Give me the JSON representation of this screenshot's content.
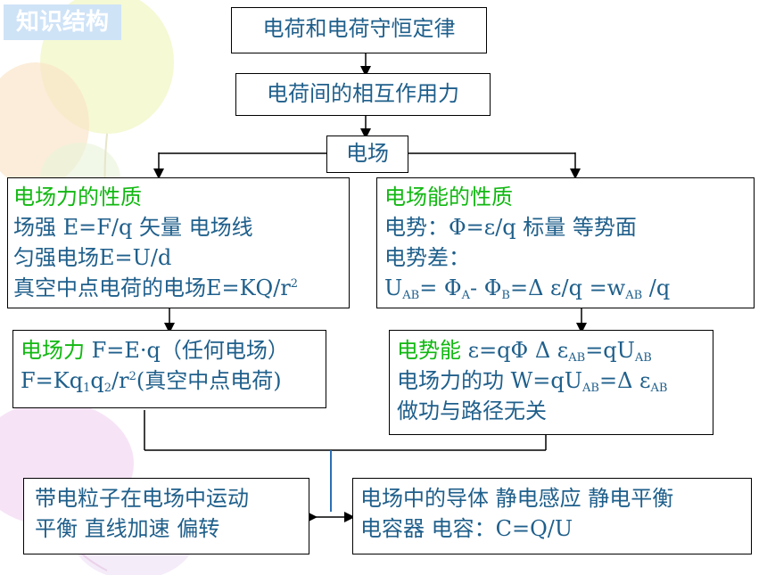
{
  "tag": "知识结构",
  "top1": "电荷和电荷守恒定律",
  "top2": "电荷间的相互作用力",
  "center": "电场",
  "force_box": {
    "title": "电场力的性质",
    "line2": "场强  E=F/q  矢量  电场线",
    "line3": "匀强电场E=U/d",
    "line4_main": "真空中点电荷的电场E=KQ/r",
    "line4_sup": "2"
  },
  "energy_box": {
    "title": "电场能的性质",
    "line2": "电势：Φ=ε/q  标量   等势面",
    "line3": "电势差：",
    "line4": {
      "u": "U",
      "u_sub": "AB",
      "eq1": "= Φ",
      "a": "A",
      "minus": "- Φ",
      "b": "B",
      "rest": "=Δ ε/q =w",
      "w_sub": "AB",
      "tail": " /q"
    }
  },
  "lforce_box": {
    "l1_label": "电场力",
    "l1_rest": " F=E·q（任何电场）",
    "l2": {
      "a": "F=Kq",
      "s1": "1",
      "b": "q",
      "s2": "2",
      "c": "/r",
      "sup": "2",
      "d": "(真空中点电荷)"
    }
  },
  "lenergy_box": {
    "l1_label": "电势能",
    "l1_rest": " ε=qΦ   Δ ε",
    "l1_sub1": "AB",
    "l1_mid": "=qU",
    "l1_sub2": "AB",
    "l2_a": "电场力的功  W=qU",
    "l2_sub1": "AB",
    "l2_b": "=Δ ε",
    "l2_sub2": "AB",
    "l3": "做功与路径无关"
  },
  "bottom_left": {
    "l1": "带电粒子在电场中运动",
    "l2": "平衡   直线加速  偏转"
  },
  "bottom_right": {
    "l1": "电场中的导体 静电感应 静电平衡",
    "l2": "电容器     电容：C=Q/U"
  },
  "colors": {
    "text_blue": "#1f5f8b",
    "title_green": "#11b811",
    "connector_blue": "#2c6fb5"
  }
}
